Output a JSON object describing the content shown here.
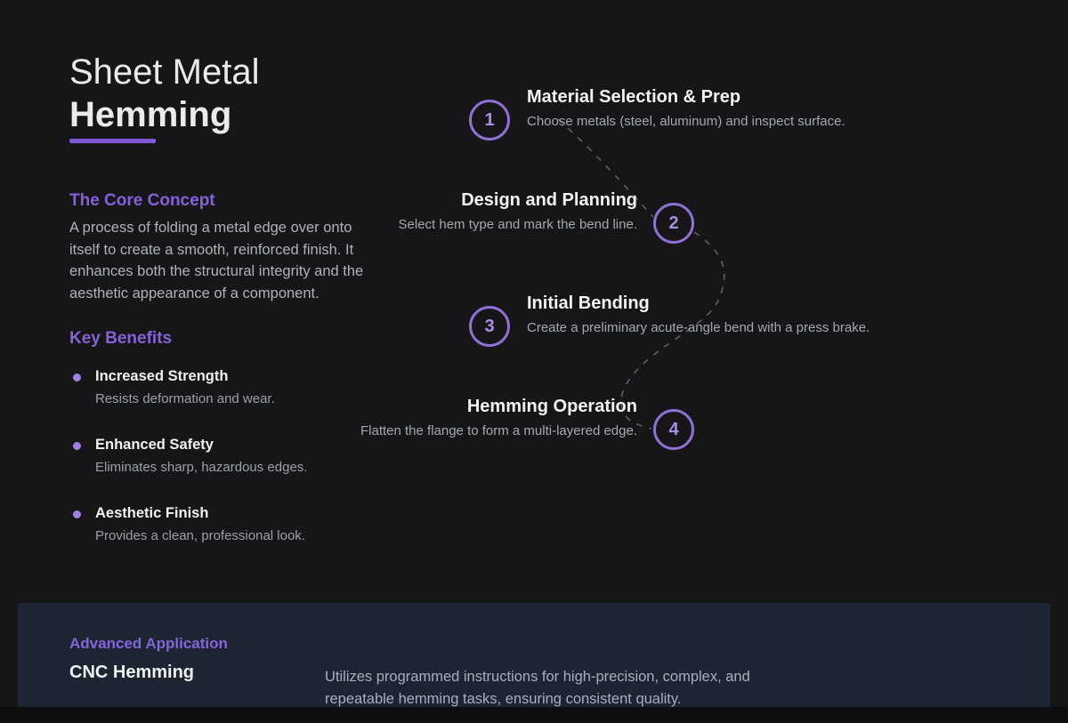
{
  "colors": {
    "page_background": "#0d0e0f",
    "card_background": "#161618",
    "panel_background": "#1d2532",
    "accent_purple": "#8461d9",
    "circle_stroke_purple": "#8d72d4",
    "bullet_purple": "#9d80e2",
    "title_white": "#e9eaec",
    "body_gray": "#aeb3bb",
    "connector_gray": "#5b6067"
  },
  "header": {
    "title_line1": "Sheet Metal",
    "title_line2": "Hemming"
  },
  "core_concept": {
    "heading": "The Core Concept",
    "body": "A process of folding a metal edge over onto itself to create a smooth, reinforced finish. It enhances both the structural integrity and the aesthetic appearance of a component."
  },
  "key_benefits": {
    "heading": "Key Benefits",
    "items": [
      {
        "title": "Increased Strength",
        "description": "Resists deformation and wear."
      },
      {
        "title": "Enhanced Safety",
        "description": "Eliminates sharp, hazardous edges."
      },
      {
        "title": "Aesthetic Finish",
        "description": "Provides a clean, professional look."
      }
    ]
  },
  "process_steps": [
    {
      "number": "1",
      "title": "Material Selection & Prep",
      "description": "Choose metals (steel, aluminum) and inspect surface."
    },
    {
      "number": "2",
      "title": "Design and Planning",
      "description": "Select hem type and mark the bend line."
    },
    {
      "number": "3",
      "title": "Initial Bending",
      "description": "Create a preliminary acute-angle bend with a press brake."
    },
    {
      "number": "4",
      "title": "Hemming Operation",
      "description": "Flatten the flange to form a multi-layered edge."
    }
  ],
  "advanced_application": {
    "label": "Advanced Application",
    "title": "CNC Hemming",
    "description": "Utilizes programmed instructions for high-precision, complex, and repeatable hemming tasks, ensuring consistent quality."
  }
}
